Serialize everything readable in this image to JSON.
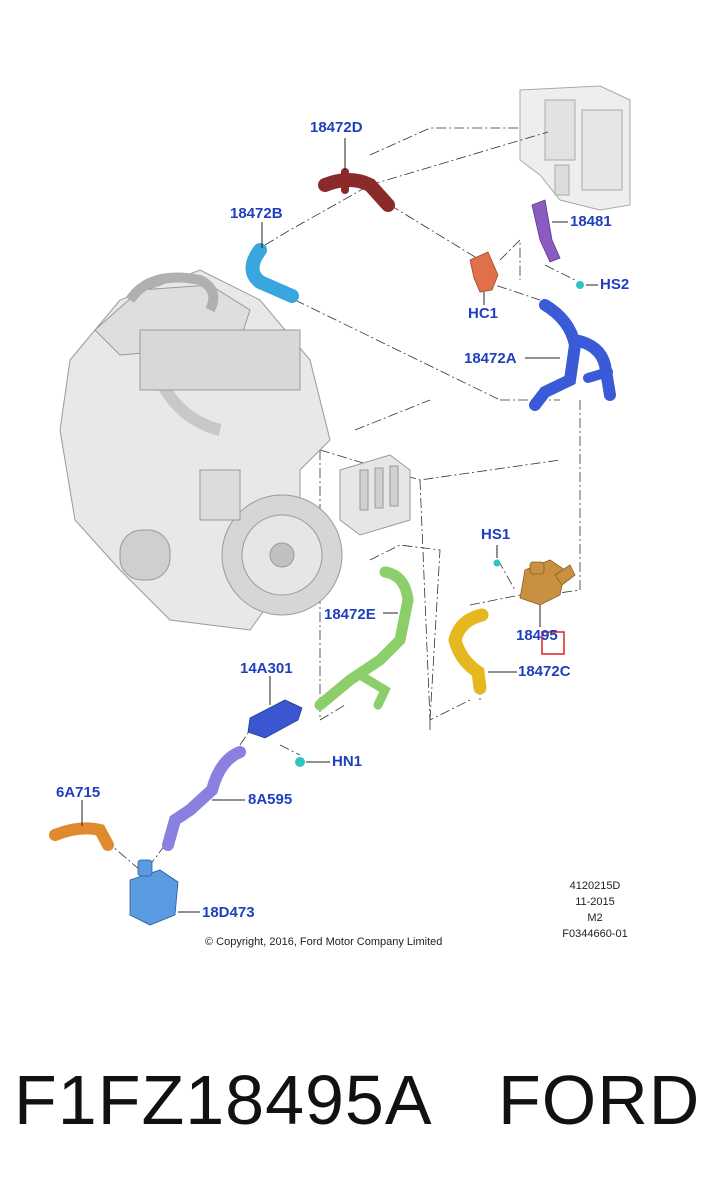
{
  "parts": {
    "p18472D": "18472D",
    "p18472B": "18472B",
    "p18481": "18481",
    "pHS2": "HS2",
    "pHC1": "HC1",
    "p18472A": "18472A",
    "pHS1": "HS1",
    "p18495": "18495",
    "p18472C": "18472C",
    "p18472E": "18472E",
    "p14A301": "14A301",
    "pHN1": "HN1",
    "p6A715": "6A715",
    "p8A595": "8A595",
    "p18D473": "18D473"
  },
  "meta": {
    "line1": "4120215D",
    "line2": "11-2015",
    "line3": "M2",
    "line4": "F0344660-01"
  },
  "copyright": "© Copyright, 2016, Ford Motor Company Limited",
  "bottom": {
    "part_number": "F1FZ18495A",
    "brand": "FORD"
  },
  "colors": {
    "label": "#1f3fbf",
    "hose_18472D": "#8a2a2a",
    "hose_18472B": "#3aa6e0",
    "bracket_18481": "#8a5cc0",
    "bracket_HC1": "#e0704a",
    "hose_18472A": "#3a5ad8",
    "valve_18495": "#c89040",
    "hose_18472C": "#e6b820",
    "hose_18472E": "#8ccf6a",
    "bracket_14A301": "#3a56d0",
    "hose_8A595": "#8a80e0",
    "hose_6A715": "#e08a30",
    "pump_18D473": "#5a9ae0",
    "highlight": "#e02020"
  }
}
